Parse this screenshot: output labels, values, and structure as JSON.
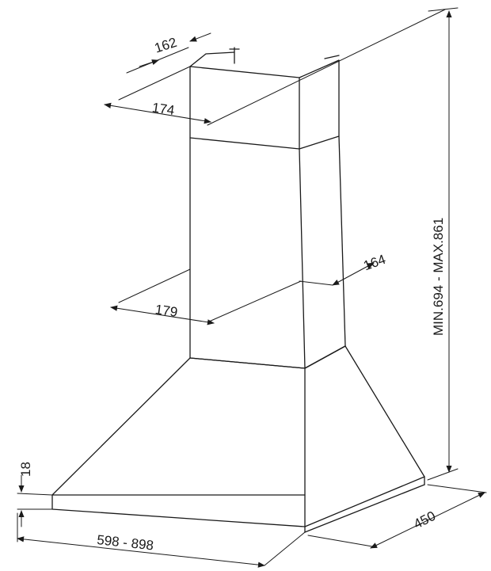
{
  "dimensions": {
    "chimney_depth_top": "162",
    "chimney_width_top": "174",
    "chimney_depth_lower": "164",
    "chimney_width_lower": "179",
    "height_range": "MIN.694 - MAX.861",
    "canopy_thickness": "18",
    "hood_width_range": "598 - 898",
    "hood_depth": "450"
  }
}
